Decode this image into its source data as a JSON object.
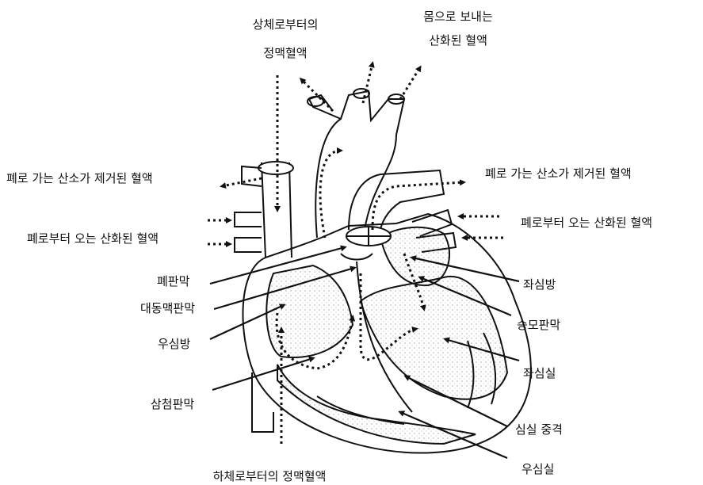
{
  "labels": {
    "svc_upper_1": "상체로부터의",
    "svc_upper_2": "정맥혈액",
    "aorta_1": "몸으로 보내는",
    "aorta_2": "산화된 혈액",
    "pa_left": "폐로 가는 산소가 제거된 혈액",
    "pa_right": "폐로 가는 산소가 제거된 혈액",
    "pv_left": "폐로부터 오는 산화된 혈액",
    "pv_right": "폐로부터 오는 산화된 혈액",
    "pulmonary_valve": "폐판막",
    "aortic_valve": "대동맥판막",
    "right_atrium": "우심방",
    "tricuspid_valve": "삼첨판막",
    "left_atrium": "좌심방",
    "mitral_valve": "승모판막",
    "left_ventricle": "좌심실",
    "septum": "심실 중격",
    "right_ventricle": "우심실",
    "ivc": "하체로부터의 정맥혈액"
  }
}
